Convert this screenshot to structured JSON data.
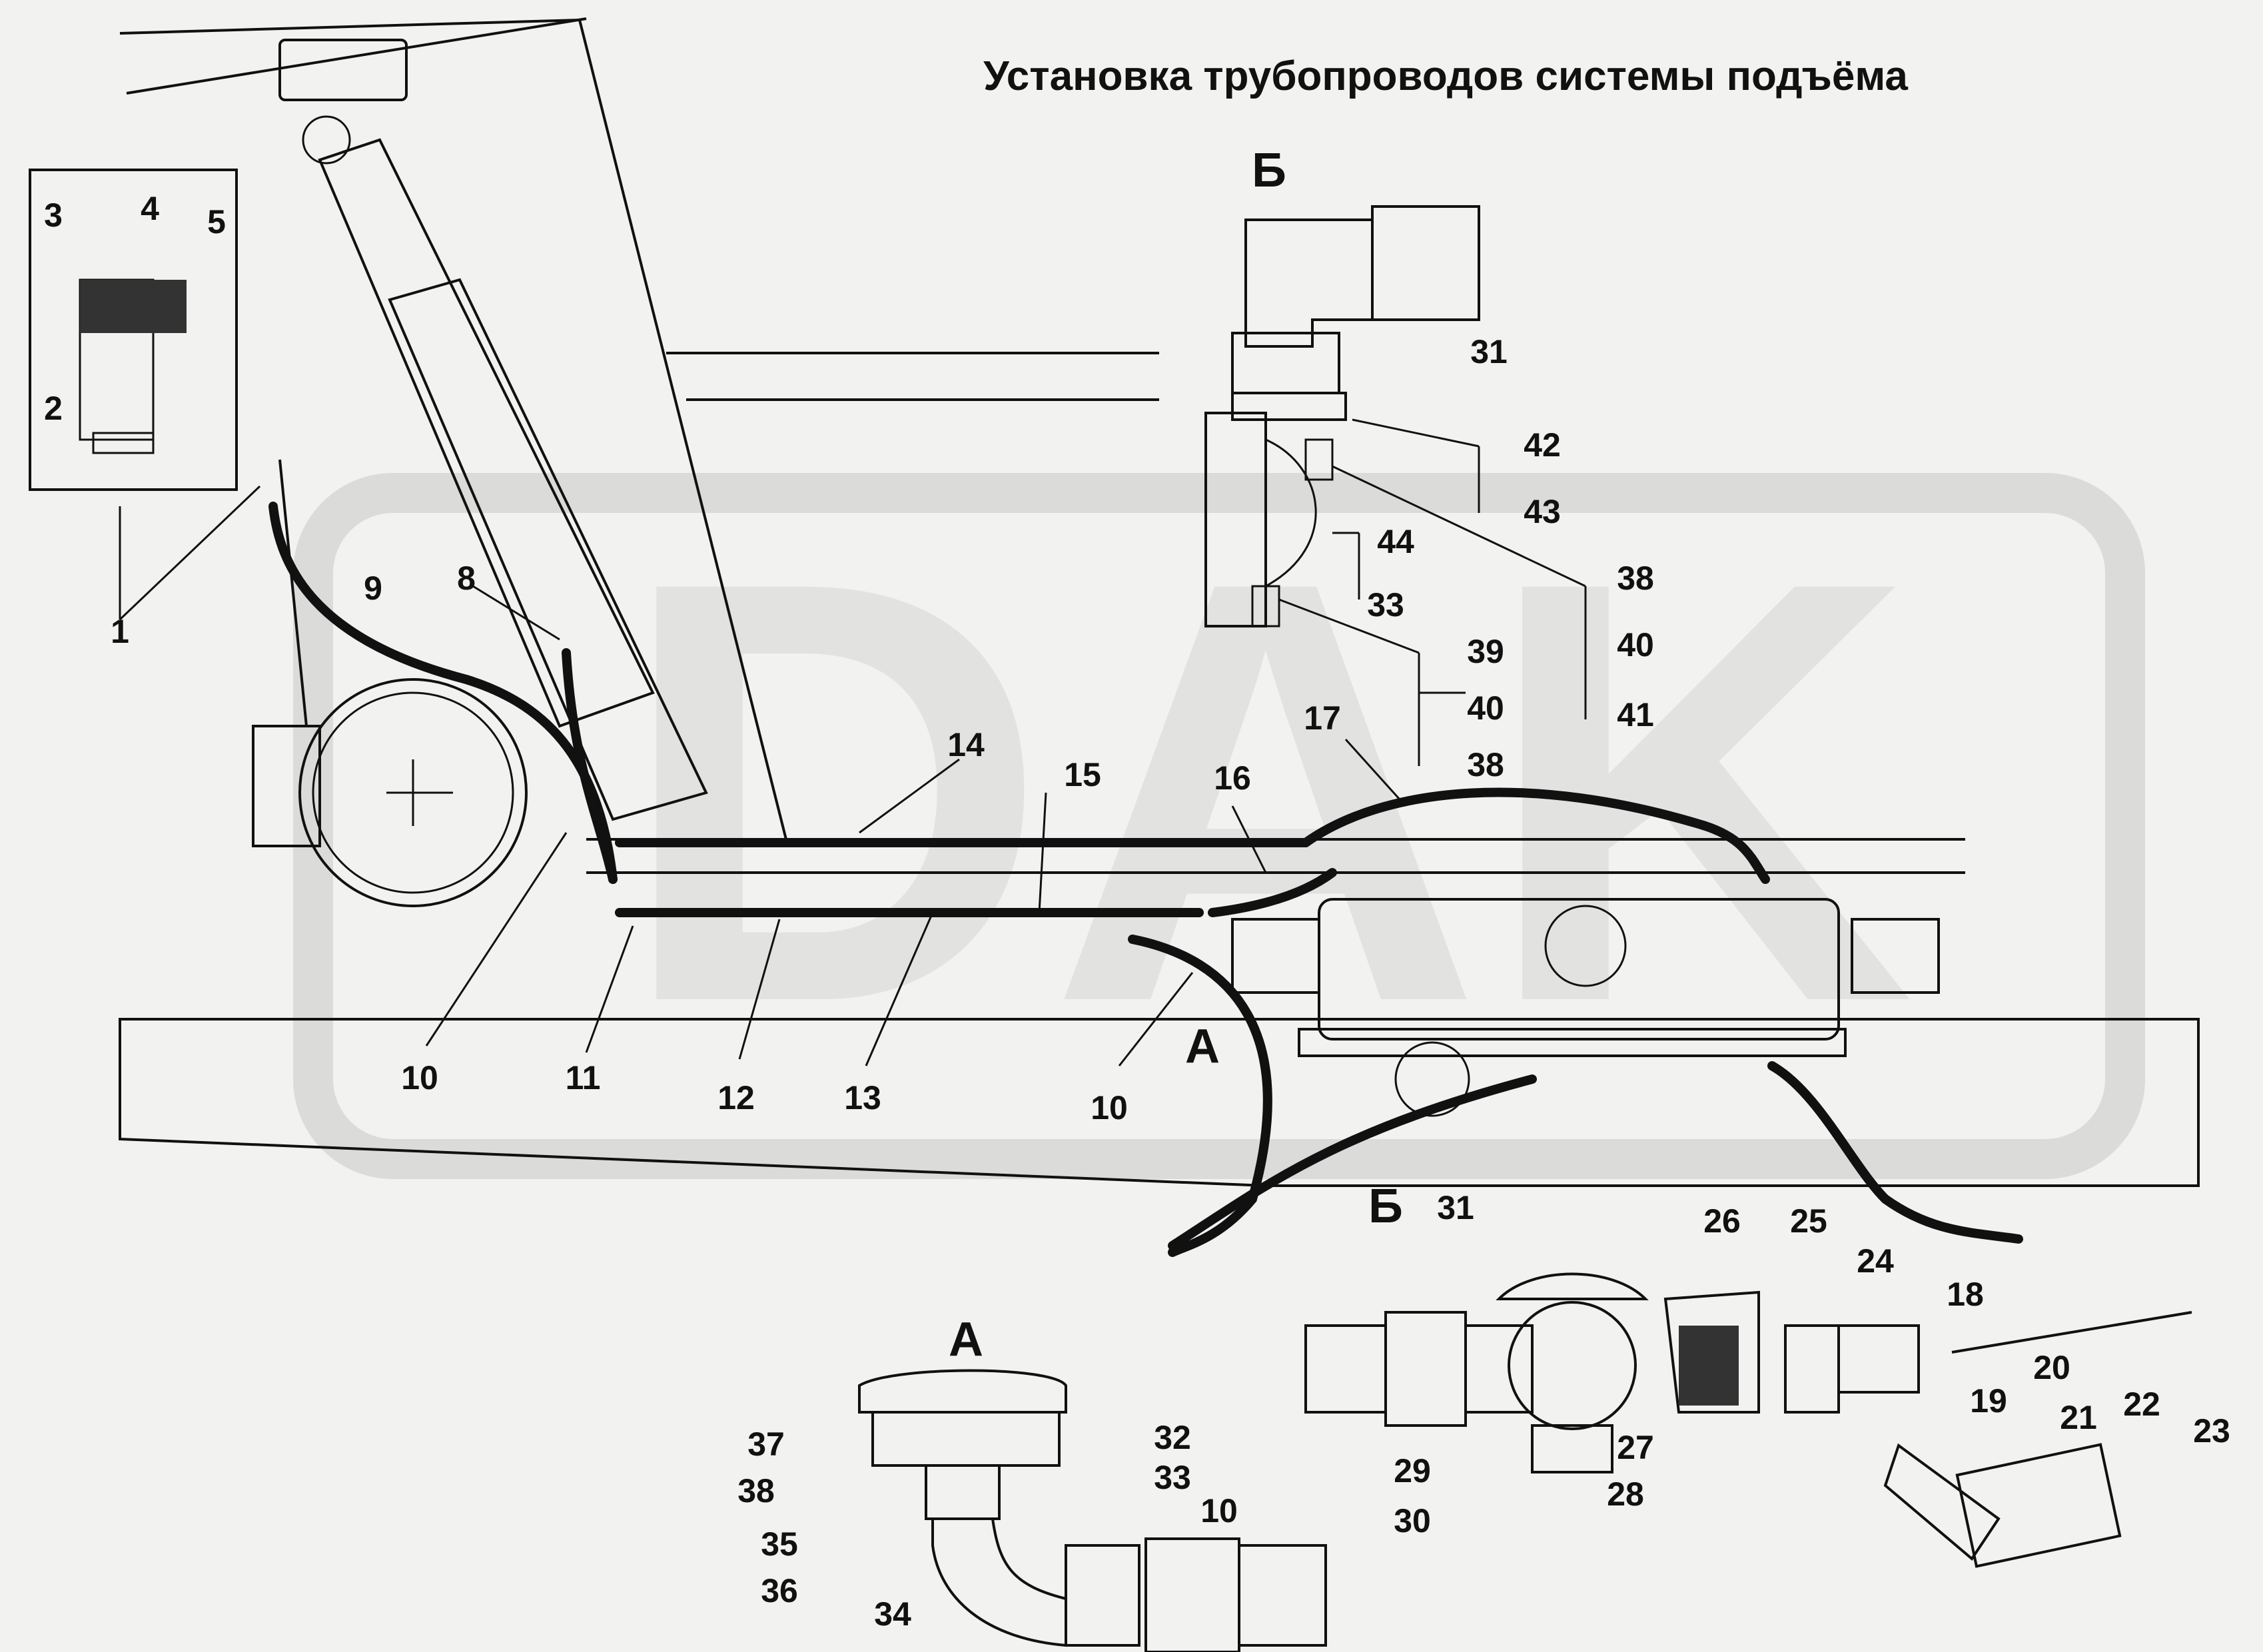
{
  "title": "Установка трубопроводов системы подъёма",
  "watermark": "DAK",
  "view_letters": {
    "b_top": "Б",
    "a_main": "А",
    "b_main": "Б",
    "a_detail": "А"
  },
  "callouts": [
    "1",
    "2",
    "3",
    "4",
    "5",
    "8",
    "9",
    "10",
    "10",
    "10",
    "11",
    "12",
    "13",
    "14",
    "15",
    "16",
    "17",
    "18",
    "19",
    "20",
    "21",
    "22",
    "23",
    "24",
    "25",
    "26",
    "27",
    "28",
    "29",
    "30",
    "31",
    "31",
    "32",
    "33",
    "33",
    "34",
    "35",
    "36",
    "37",
    "38",
    "38",
    "38",
    "39",
    "40",
    "40",
    "41",
    "42",
    "43",
    "44"
  ],
  "colors": {
    "ink": "#111111",
    "paper": "#f2f2f0",
    "watermark": "#c9c9c9"
  }
}
